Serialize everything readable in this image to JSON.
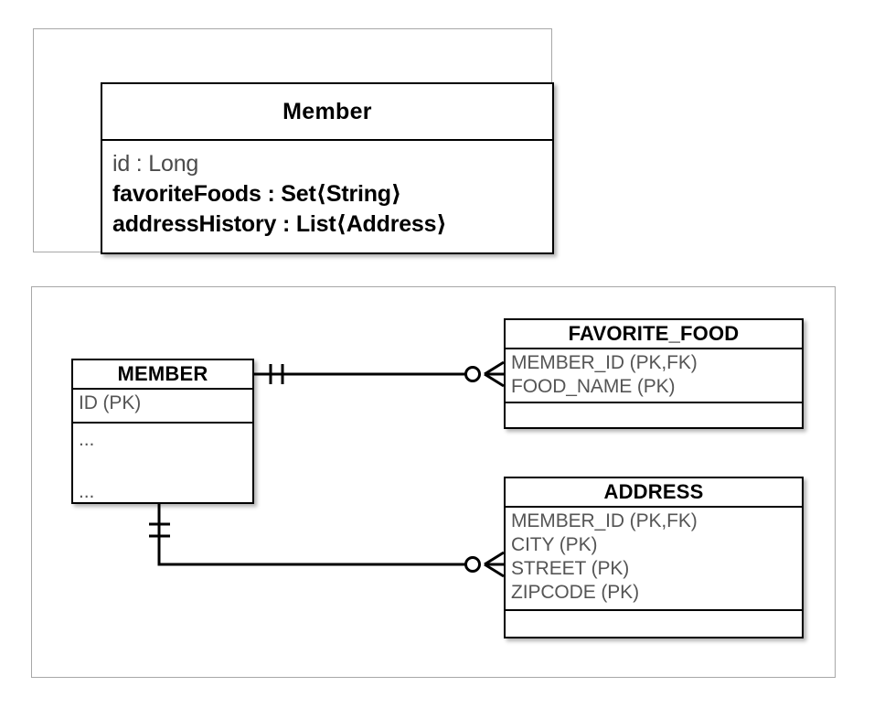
{
  "diagram": {
    "title_semantic": "jpa-value-type-collection-mapping",
    "panels": [
      {
        "name": "object-model-panel"
      },
      {
        "name": "relational-model-panel"
      }
    ]
  },
  "class_box": {
    "name": "Member",
    "attributes": [
      {
        "text": "id : Long",
        "style": "plain"
      },
      {
        "text": "favoriteFoods : Set⟨String⟩",
        "style": "strong"
      },
      {
        "text": "addressHistory : List⟨Address⟩",
        "style": "strong"
      }
    ]
  },
  "erd": {
    "tables": [
      {
        "name": "MEMBER",
        "primary_section": [
          "ID (PK)"
        ],
        "other_section": [
          "...",
          "...",
          "..."
        ]
      },
      {
        "name": "FAVORITE_FOOD",
        "columns": [
          "MEMBER_ID (PK,FK)",
          "FOOD_NAME (PK)"
        ],
        "empty_section": ""
      },
      {
        "name": "ADDRESS",
        "columns": [
          "MEMBER_ID (PK,FK)",
          "CITY (PK)",
          "STREET (PK)",
          "ZIPCODE (PK)"
        ],
        "empty_section": ""
      }
    ],
    "relationships": [
      {
        "name": "member-to-favorite-food",
        "from": "MEMBER",
        "to": "FAVORITE_FOOD",
        "from_cardinality": "one-and-only-one",
        "to_cardinality": "zero-or-many"
      },
      {
        "name": "member-to-address",
        "from": "MEMBER",
        "to": "ADDRESS",
        "from_cardinality": "one-and-only-one",
        "to_cardinality": "zero-or-many"
      }
    ]
  },
  "colors": {
    "line": "#000000",
    "panel_border": "#a8a8a8",
    "attribute_text": "#555555",
    "muted_text": "#4a4a4a",
    "background": "#ffffff"
  }
}
